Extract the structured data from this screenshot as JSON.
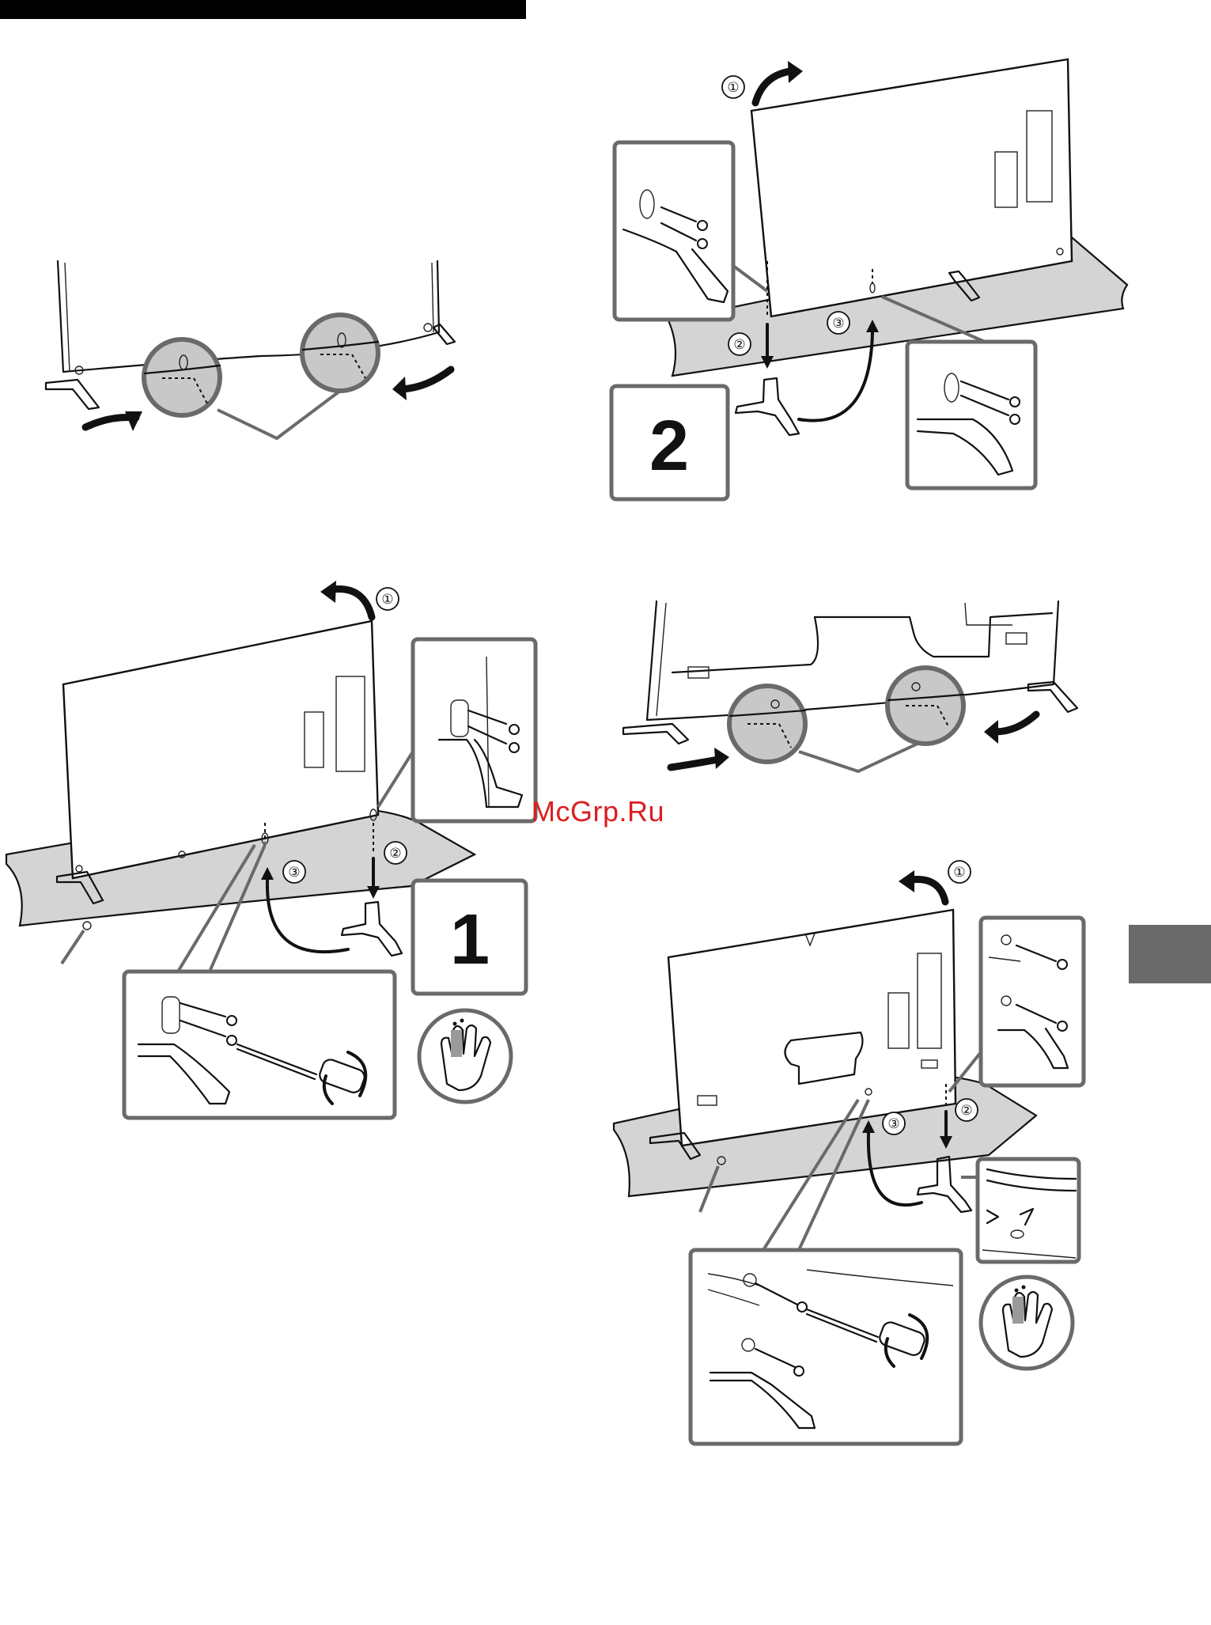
{
  "watermark": "McGrp.Ru",
  "steps": {
    "top_right_number": "2",
    "middle_left_number": "1",
    "substep_1": "①",
    "substep_2": "②",
    "substep_3": "③"
  },
  "colors": {
    "header_bar": "#000000",
    "callout_border": "#6a6a6a",
    "soft_cloth": "#d4d4d4",
    "side_tab": "#6a6a6a",
    "watermark": "#d92020"
  },
  "icons": [
    "screw-icon",
    "screwdriver-icon",
    "hand-caution-icon",
    "curved-arrow-icon",
    "zoom-circle-icon",
    "stand-leg-icon",
    "tv-panel-icon"
  ]
}
